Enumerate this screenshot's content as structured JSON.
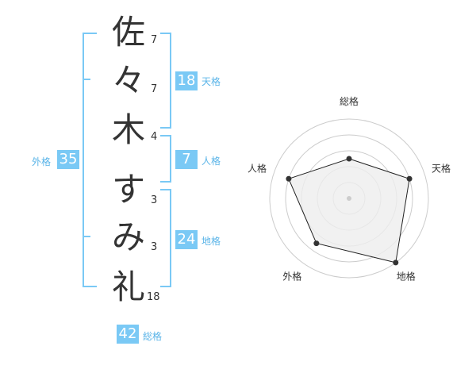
{
  "name_chars": [
    {
      "char": "佐",
      "strokes": "7"
    },
    {
      "char": "々",
      "strokes": "7"
    },
    {
      "char": "木",
      "strokes": "4"
    },
    {
      "char": "す",
      "strokes": "3"
    },
    {
      "char": "み",
      "strokes": "3"
    },
    {
      "char": "礼",
      "strokes": "18"
    }
  ],
  "kaku": {
    "tenkaku": {
      "label": "天格",
      "value": "18"
    },
    "jinkaku": {
      "label": "人格",
      "value": "7"
    },
    "chikaku": {
      "label": "地格",
      "value": "24"
    },
    "gaikaku": {
      "label": "外格",
      "value": "35"
    },
    "soukaku": {
      "label": "総格",
      "value": "42"
    }
  },
  "chart_data": {
    "type": "radar",
    "axes": [
      "総格",
      "天格",
      "地格",
      "外格",
      "人格"
    ],
    "values": [
      0.5,
      0.8,
      1.0,
      0.7,
      0.8
    ],
    "max": 1.0,
    "rings": 5,
    "colors": {
      "fill": "#eeeeee",
      "line": "#222222",
      "ring": "#cccccc"
    }
  }
}
